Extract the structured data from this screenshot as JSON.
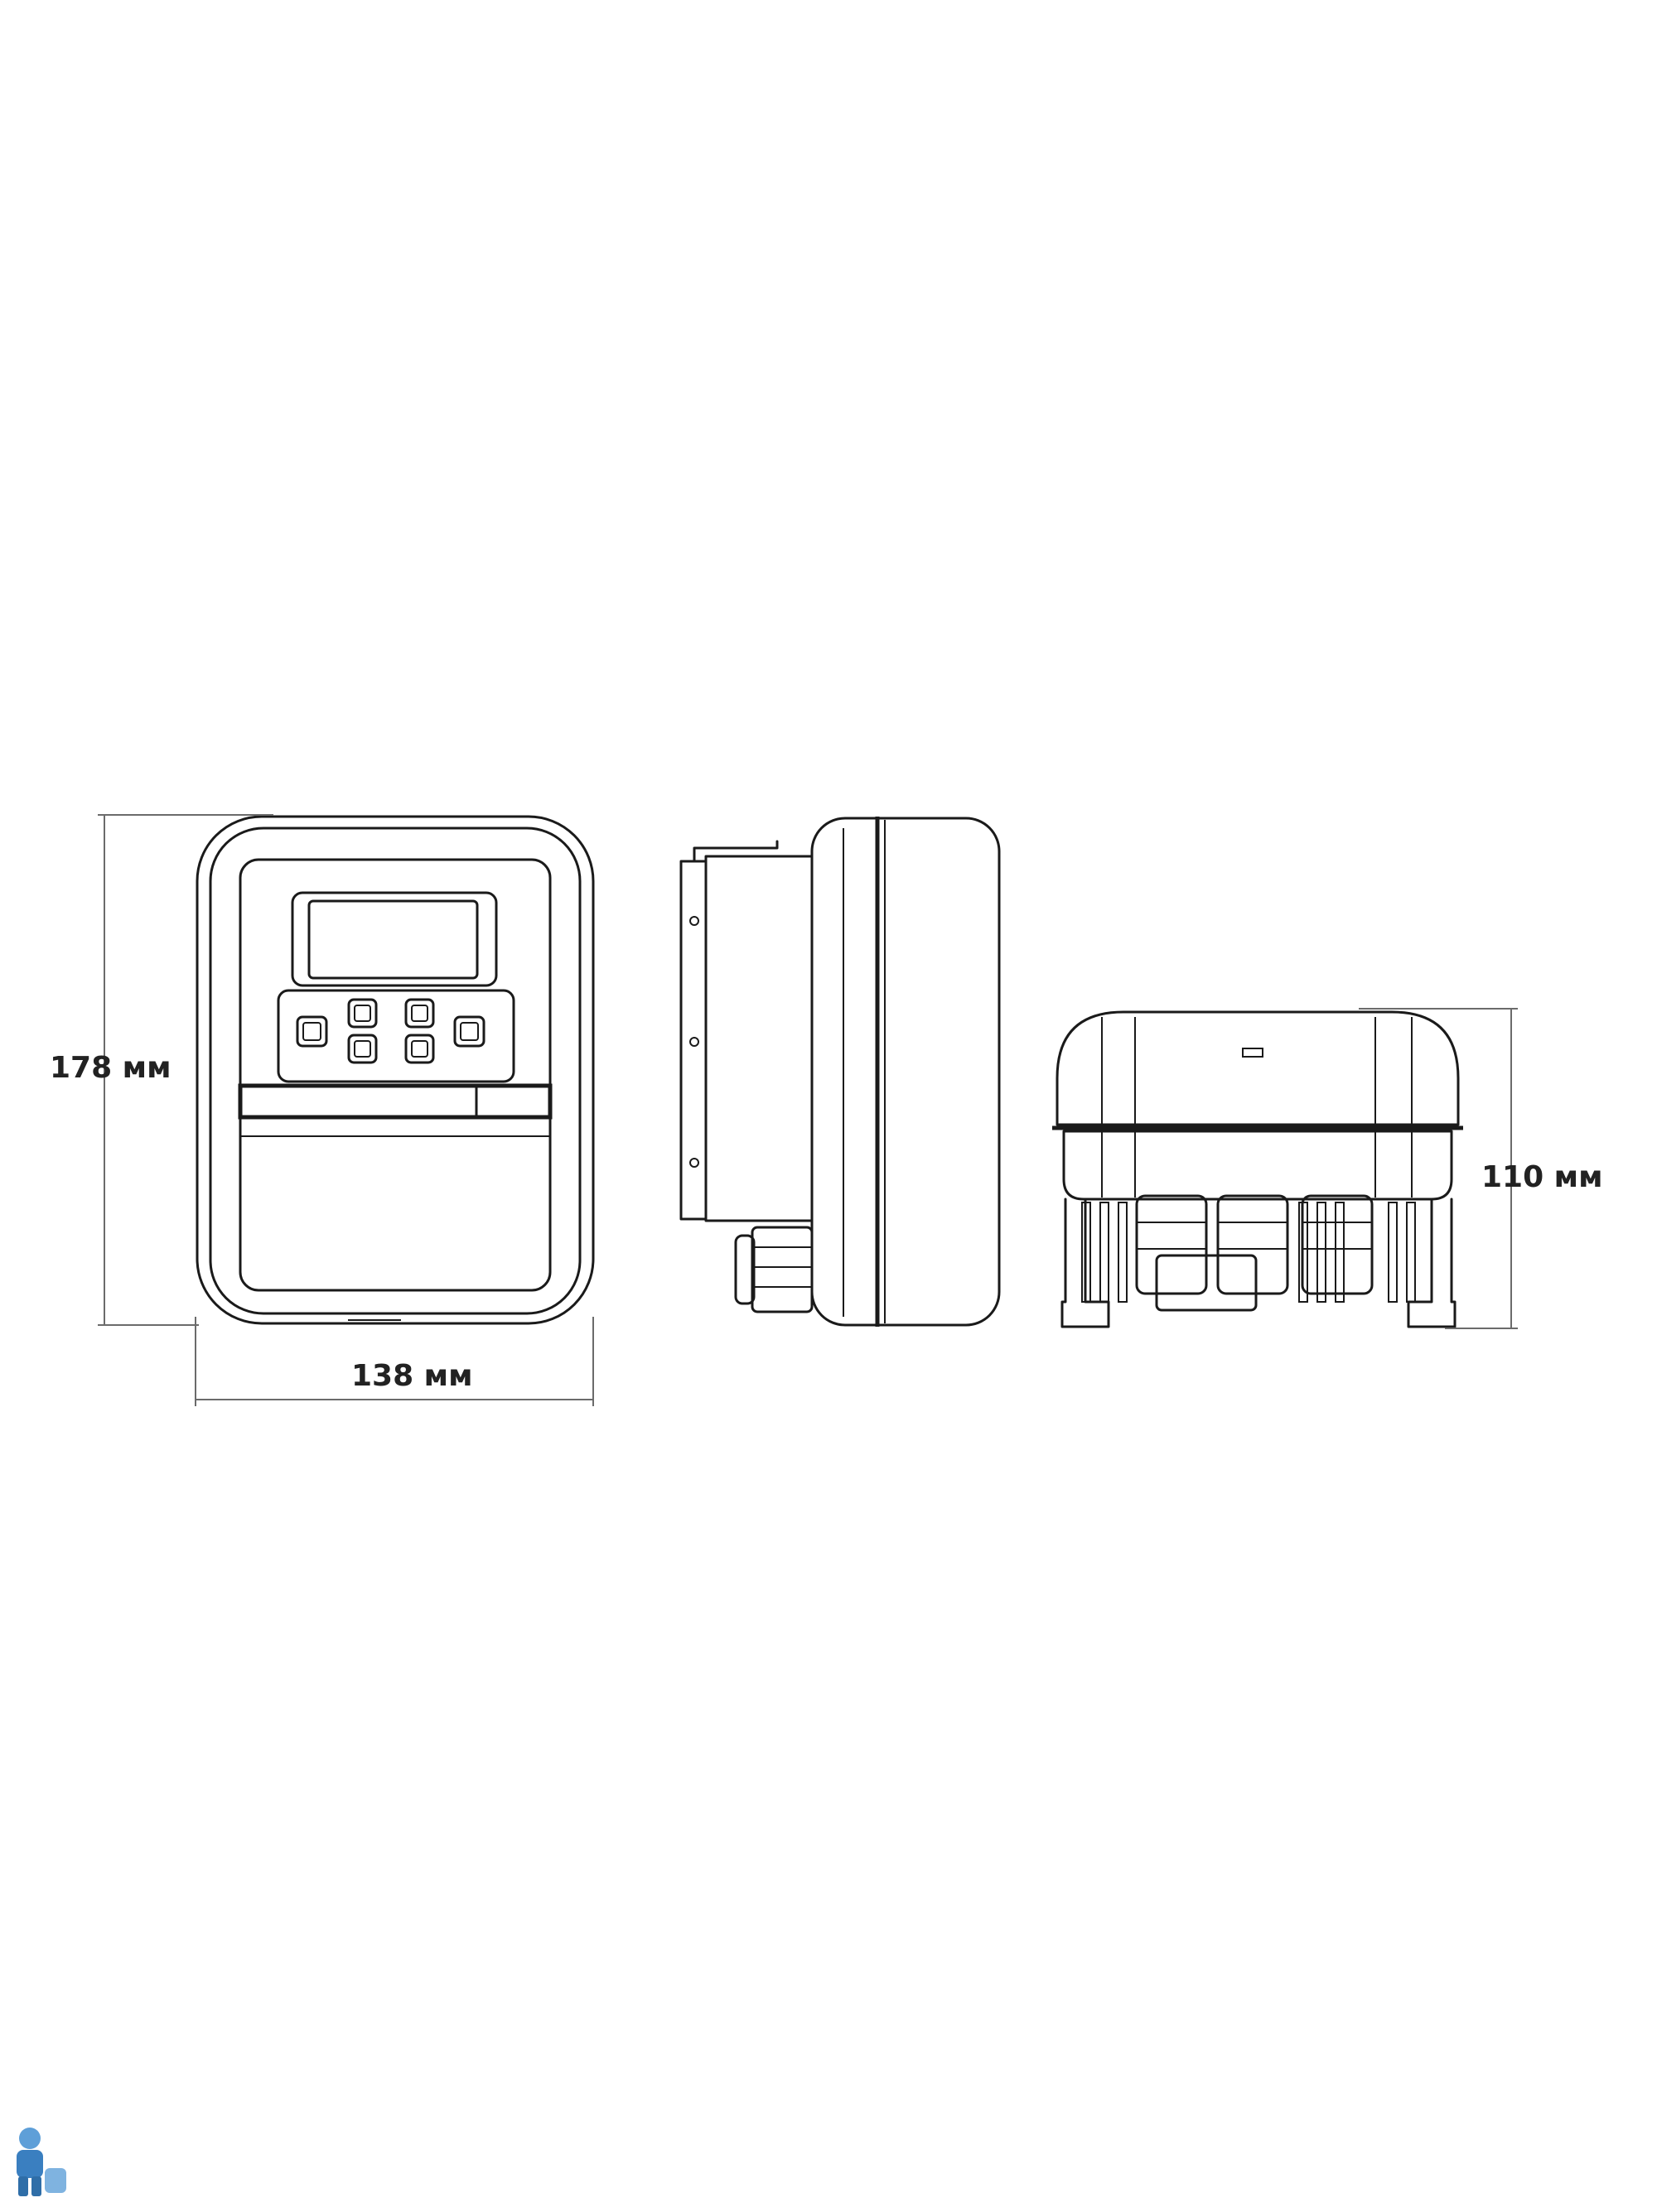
{
  "dimensions": {
    "height_label": "178 мм",
    "width_label": "138 мм",
    "depth_label": "110 мм"
  },
  "colors": {
    "line": "#1a1a1a",
    "dimension_line": "#6b6b6b",
    "label": "#222222",
    "watermark": "#3a7fc0"
  },
  "icons": {
    "corner_logo": "plumber-mascot-icon"
  }
}
